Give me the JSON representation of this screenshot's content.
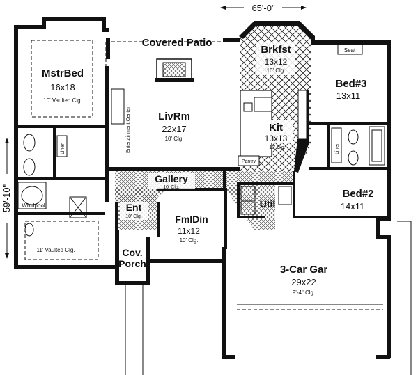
{
  "overall": {
    "width": "65'-0\"",
    "depth": "59'-10\""
  },
  "rooms": {
    "covered_patio": {
      "name": "Covered Patio"
    },
    "brkfst": {
      "name": "Brkfst",
      "size": "13x12",
      "ceiling": "10' Clg."
    },
    "mstr_bed": {
      "name": "MstrBed",
      "size": "16x18",
      "ceiling": "10' Vaulted Clg."
    },
    "liv_rm": {
      "name": "LivRm",
      "size": "22x17",
      "ceiling": "10' Clg."
    },
    "kit": {
      "name": "Kit",
      "size": "13x13",
      "ceiling": "10' Clg."
    },
    "bed3": {
      "name": "Bed#3",
      "size": "13x11"
    },
    "bed2": {
      "name": "Bed#2",
      "size": "14x11"
    },
    "gallery": {
      "name": "Gallery",
      "ceiling": "10' Clg."
    },
    "ent": {
      "name": "Ent",
      "ceiling": "10' Clg."
    },
    "fml_din": {
      "name": "FmlDin",
      "size": "11x12",
      "ceiling": "10' Clg."
    },
    "util": {
      "name": "Util"
    },
    "cov_porch": {
      "name1": "Cov.",
      "name2": "Porch"
    },
    "garage": {
      "name": "3-Car Gar",
      "size": "29x22",
      "ceiling": "9'-4\" Clg."
    }
  },
  "labels": {
    "seat": "Seat",
    "linen1": "Linen",
    "linen2": "Linen",
    "pantry": "Pantry",
    "whirlpool": "Whirlpool",
    "bath_ceiling": "11' Vaulted Clg.",
    "entertainment": "Entertainment Center"
  }
}
